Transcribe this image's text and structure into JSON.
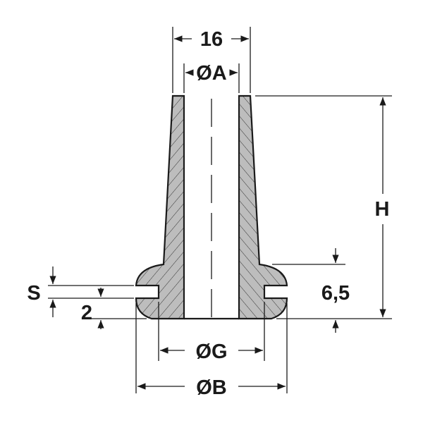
{
  "title": "Grommet / bushing technical drawing",
  "dimensions": {
    "top_width": "16",
    "inner_diameter": "ØA",
    "height": "H",
    "flange_offset": "6,5",
    "slot_width": "S",
    "bottom_lip": "2",
    "groove_diameter": "ØG",
    "flange_diameter": "ØB"
  },
  "colors": {
    "section_fill": "#bdbdbd",
    "line": "#1a1a1a"
  }
}
